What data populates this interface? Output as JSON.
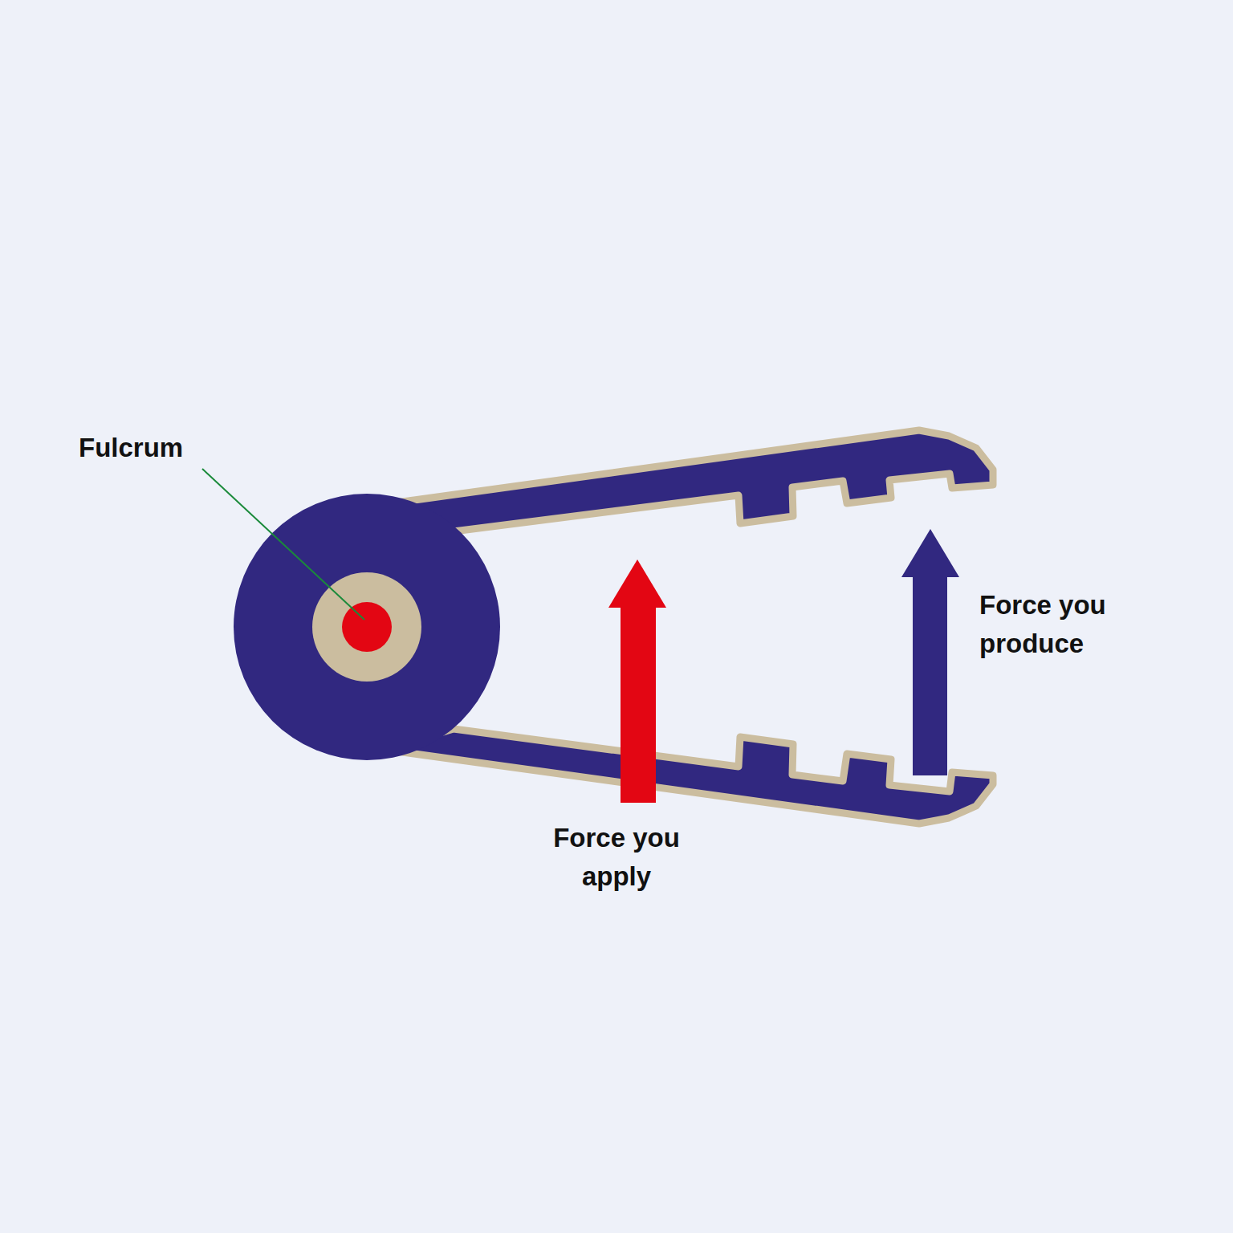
{
  "diagram": {
    "labels": [
      "Fulcrum",
      "Force you apply",
      "Force you produce"
    ]
  }
}
